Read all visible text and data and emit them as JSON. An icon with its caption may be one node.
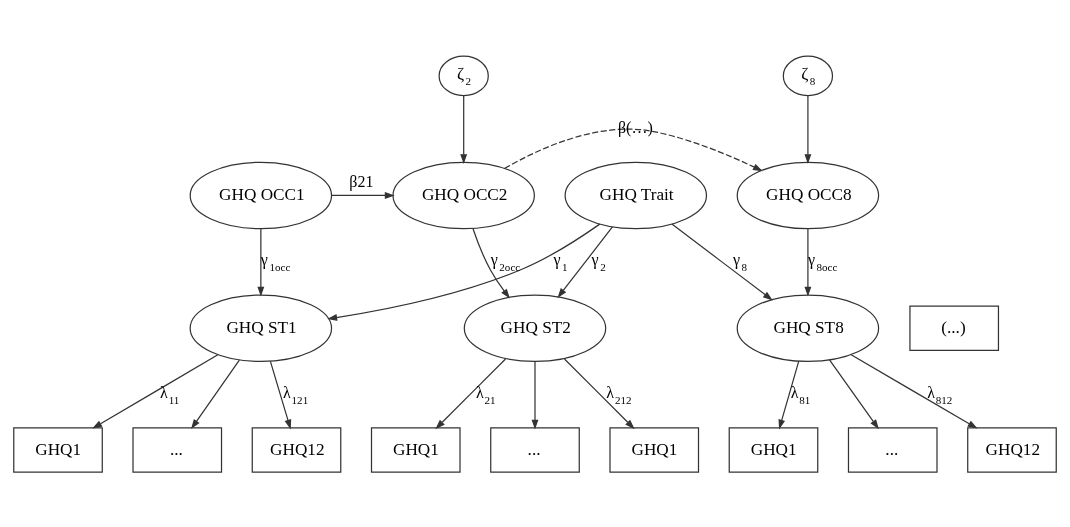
{
  "diagram": {
    "nodes": [
      {
        "text": [
          "GHQ Trait"
        ]
      },
      {
        "text": [
          "ζ$_{2}$"
        ]
      },
      {
        "text": [
          "ζ$_{8}$"
        ]
      },
      {
        "text": [
          "GHQ OCC1"
        ]
      },
      {
        "text": [
          "GHQ OCC2"
        ]
      },
      {
        "text": [
          "GHQ OCC8"
        ]
      },
      {
        "text": [
          "GHQ ST1"
        ]
      },
      {
        "text": [
          "GHQ ST2"
        ]
      },
      {
        "text": [
          "(...)"
        ]
      },
      {
        "text": [
          "GHQ ST8"
        ]
      },
      {
        "text": [
          "GHQ1"
        ]
      },
      {
        "text": [
          "..."
        ]
      },
      {
        "text": [
          "GHQ12"
        ]
      },
      {
        "text": [
          "GHQ1"
        ]
      },
      {
        "text": [
          "..."
        ]
      },
      {
        "text": [
          "GHQ1"
        ]
      },
      {
        "text": [
          "GHQ1"
        ]
      },
      {
        "text": [
          "..."
        ]
      },
      {
        "text": [
          "GHQ12"
        ]
      }
    ],
    "edges": [
      {
        "from": 0,
        "to": 6,
        "arrow": "to",
        "label": "γ$_{1}$"
      },
      {
        "from": 0,
        "to": 7,
        "arrow": "to",
        "label": "γ$_{2}$"
      },
      {
        "from": 0,
        "to": 9,
        "arrow": "to",
        "label": "γ$_{8}$"
      },
      {
        "from": 1,
        "to": 4,
        "arrow": "to"
      },
      {
        "from": 2,
        "to": 5,
        "arrow": "to"
      },
      {
        "from": 3,
        "to": 4,
        "arrow": "to",
        "label": "β21"
      },
      {
        "from": 4,
        "to": 5,
        "arrow": "to",
        "label": "β(…)",
        "style": "dashed"
      },
      {
        "from": 3,
        "to": 6,
        "arrow": "to",
        "label": "γ$_{1occ}$"
      },
      {
        "from": 4,
        "to": 7,
        "arrow": "to",
        "label": "γ$_{2occ}$"
      },
      {
        "from": 5,
        "to": 9,
        "arrow": "to",
        "label": "γ$_{8occ}$"
      },
      {
        "from": 6,
        "to": 10,
        "arrow": "to",
        "label": "λ$_{11}$"
      },
      {
        "from": 6,
        "to": 11,
        "arrow": "to"
      },
      {
        "from": 6,
        "to": 12,
        "arrow": "to",
        "label": "λ$_{121}$"
      },
      {
        "from": 7,
        "to": 13,
        "arrow": "to",
        "label": "λ$_{21}$"
      },
      {
        "from": 7,
        "to": 14,
        "arrow": "to"
      },
      {
        "from": 7,
        "to": 15,
        "arrow": "to",
        "label": "λ$_{212}$"
      },
      {
        "from": 9,
        "to": 16,
        "arrow": "to",
        "label": "λ$_{81}$"
      },
      {
        "from": 9,
        "to": 17,
        "arrow": "to"
      },
      {
        "from": 9,
        "to": 18,
        "arrow": "to",
        "label": "λ$_{812}$"
      }
    ]
  }
}
